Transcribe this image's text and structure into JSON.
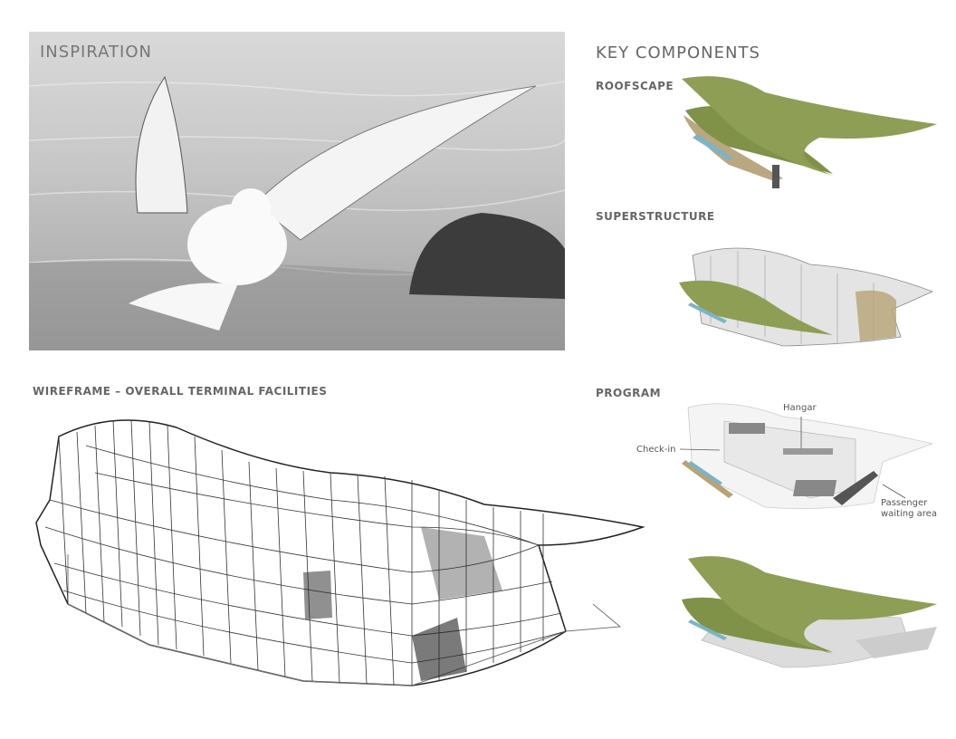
{
  "inspiration": {
    "title": "INSPIRATION"
  },
  "key_components": {
    "title": "KEY COMPONENTS",
    "sections": [
      {
        "label": "ROOFSCAPE"
      },
      {
        "label": "SUPERSTRUCTURE"
      },
      {
        "label": "PROGRAM",
        "annotations": [
          "Hangar",
          "Check-in",
          "Passenger",
          "waiting area"
        ]
      }
    ]
  },
  "wireframe": {
    "title": "WIREFRAME – OVERALL TERMINAL FACILITIES"
  },
  "colors": {
    "roof_green": "#8a9a50",
    "text_gray": "#666666"
  }
}
